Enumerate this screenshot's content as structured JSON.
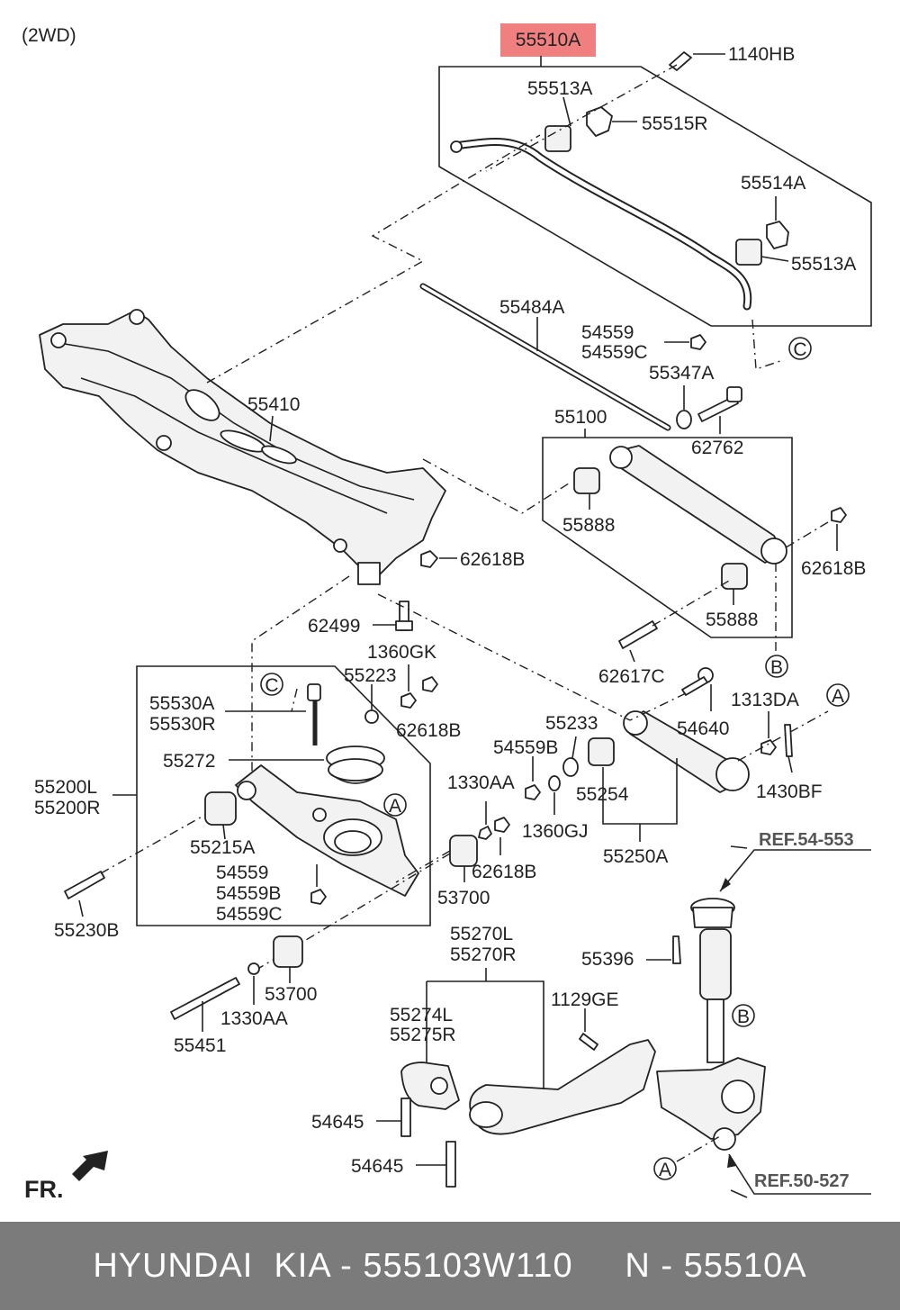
{
  "variant": "(2WD)",
  "highlight_label": "55510A",
  "highlight_color": "#f08080",
  "footer_text": "HYUNDAI  KIA - 555103W110     N - 55510A",
  "reference_labels": {
    "ref_54553": "REF.54-553",
    "ref_50527": "REF.50-527",
    "fr": "FR."
  },
  "callouts": {
    "a": "A",
    "b": "B",
    "c": "C"
  },
  "parts": {
    "p1140HB": "1140HB",
    "p55513A_1": "55513A",
    "p55515R": "55515R",
    "p55514A": "55514A",
    "p55513A_2": "55513A",
    "p55484A": "55484A",
    "p54559_1": "54559",
    "p54559C_1": "54559C",
    "p55347A": "55347A",
    "p62762": "62762",
    "p55410": "55410",
    "p55100": "55100",
    "p55888_1": "55888",
    "p62618B_1": "62618B",
    "p62618B_2": "62618B",
    "p55888_2": "55888",
    "p62499": "62499",
    "p62617C": "62617C",
    "p1360GK": "1360GK",
    "p55223": "55223",
    "p62618B_3": "62618B",
    "p55530A": "55530A",
    "p55530R": "55530R",
    "p54640": "54640",
    "p1313DA": "1313DA",
    "p55233": "55233",
    "p54559B_1": "54559B",
    "p55272": "55272",
    "p55254": "55254",
    "p1430BF": "1430BF",
    "p55200L": "55200L",
    "p55200R": "55200R",
    "p1330AA_1": "1330AA",
    "p1360GJ": "1360GJ",
    "p55250A": "55250A",
    "p55215A": "55215A",
    "p62618B_4": "62618B",
    "p54559_2": "54559",
    "p54559B_2": "54559B",
    "p54559C_2": "54559C",
    "p53700_1": "53700",
    "p55230B": "55230B",
    "p55270L": "55270L",
    "p55270R": "55270R",
    "p55396": "55396",
    "p53700_2": "53700",
    "p1330AA_2": "1330AA",
    "p55451": "55451",
    "p1129GE": "1129GE",
    "p55274L": "55274L",
    "p55275R": "55275R",
    "p54645_1": "54645",
    "p54645_2": "54645"
  }
}
